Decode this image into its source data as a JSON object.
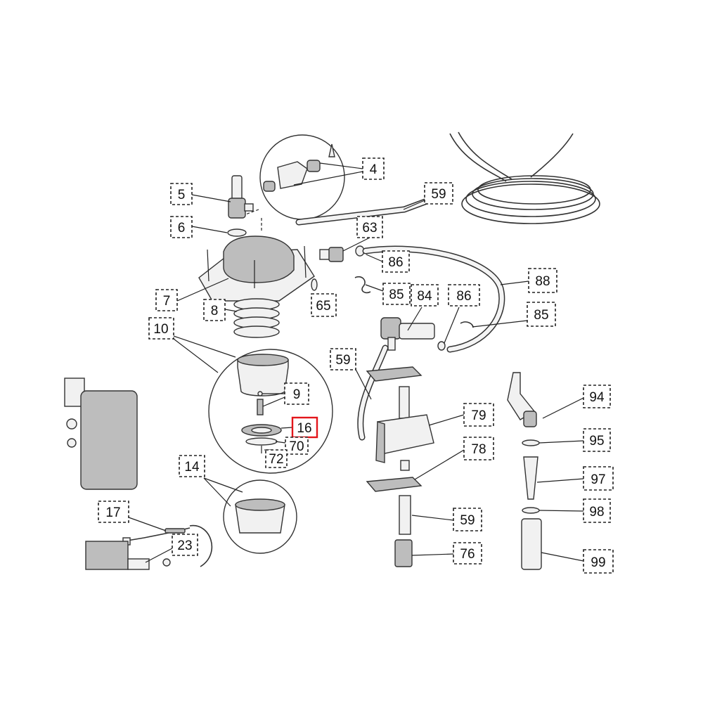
{
  "callouts": [
    {
      "id": "4",
      "label": "4",
      "highlighted": false
    },
    {
      "id": "5",
      "label": "5",
      "highlighted": false
    },
    {
      "id": "6",
      "label": "6",
      "highlighted": false
    },
    {
      "id": "7",
      "label": "7",
      "highlighted": false
    },
    {
      "id": "8",
      "label": "8",
      "highlighted": false
    },
    {
      "id": "9",
      "label": "9",
      "highlighted": false
    },
    {
      "id": "10",
      "label": "10",
      "highlighted": false
    },
    {
      "id": "14",
      "label": "14",
      "highlighted": false
    },
    {
      "id": "16",
      "label": "16",
      "highlighted": true
    },
    {
      "id": "17",
      "label": "17",
      "highlighted": false
    },
    {
      "id": "23",
      "label": "23",
      "highlighted": false
    },
    {
      "id": "59a",
      "label": "59",
      "highlighted": false
    },
    {
      "id": "59b",
      "label": "59",
      "highlighted": false
    },
    {
      "id": "59c",
      "label": "59",
      "highlighted": false
    },
    {
      "id": "63",
      "label": "63",
      "highlighted": false
    },
    {
      "id": "65",
      "label": "65",
      "highlighted": false
    },
    {
      "id": "70",
      "label": "70",
      "highlighted": false
    },
    {
      "id": "72",
      "label": "72",
      "highlighted": false
    },
    {
      "id": "76",
      "label": "76",
      "highlighted": false
    },
    {
      "id": "78",
      "label": "78",
      "highlighted": false
    },
    {
      "id": "79",
      "label": "79",
      "highlighted": false
    },
    {
      "id": "84",
      "label": "84",
      "highlighted": false
    },
    {
      "id": "85a",
      "label": "85",
      "highlighted": false
    },
    {
      "id": "85b",
      "label": "85",
      "highlighted": false
    },
    {
      "id": "86a",
      "label": "86",
      "highlighted": false
    },
    {
      "id": "86b",
      "label": "86",
      "highlighted": false
    },
    {
      "id": "88",
      "label": "88",
      "highlighted": false
    },
    {
      "id": "94",
      "label": "94",
      "highlighted": false
    },
    {
      "id": "95",
      "label": "95",
      "highlighted": false
    },
    {
      "id": "97",
      "label": "97",
      "highlighted": false
    },
    {
      "id": "98",
      "label": "98",
      "highlighted": false
    },
    {
      "id": "99",
      "label": "99",
      "highlighted": false
    }
  ],
  "colors": {
    "highlight": "#e3151b",
    "ink": "#222222"
  }
}
